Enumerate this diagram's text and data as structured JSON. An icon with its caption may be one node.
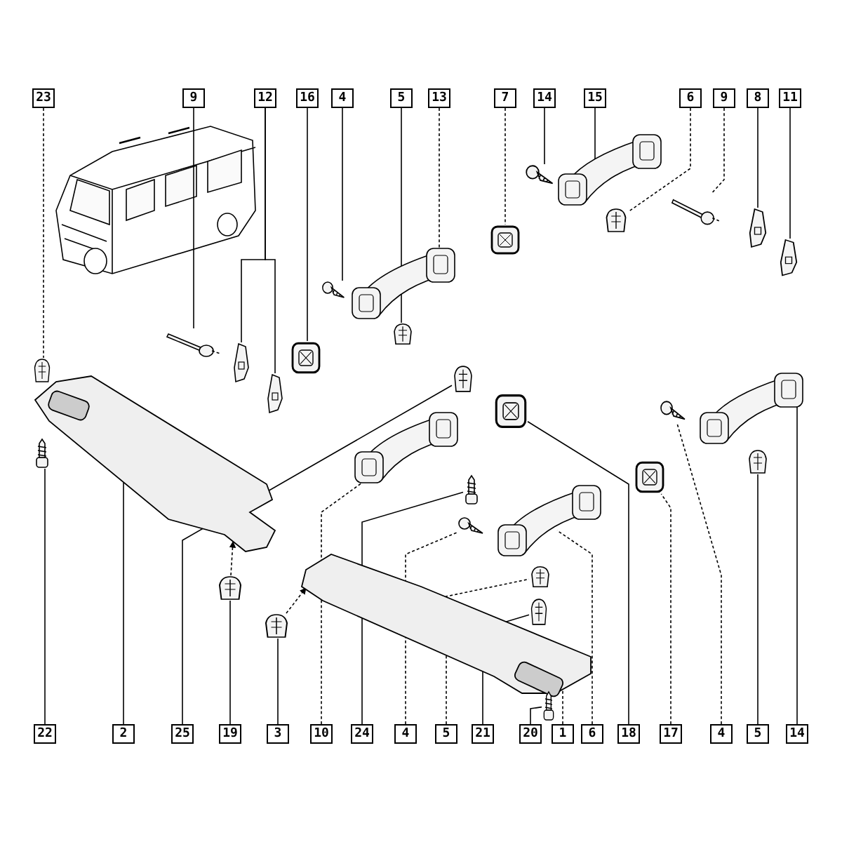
{
  "diagram": {
    "nodes": [
      {
        "text": [
          "23"
        ]
      },
      {
        "text": [
          "9"
        ]
      },
      {
        "text": [
          "12"
        ]
      },
      {
        "text": [
          "16"
        ]
      },
      {
        "text": [
          "4"
        ]
      },
      {
        "text": [
          "5"
        ]
      },
      {
        "text": [
          "13"
        ]
      },
      {
        "text": [
          "7"
        ]
      },
      {
        "text": [
          "14"
        ]
      },
      {
        "text": [
          "15"
        ]
      },
      {
        "text": [
          "6"
        ]
      },
      {
        "text": [
          "9"
        ]
      },
      {
        "text": [
          "8"
        ]
      },
      {
        "text": [
          "11"
        ]
      },
      {
        "text": [],
        "shape": "picture"
      },
      {
        "text": [],
        "shape": "picture"
      },
      {
        "text": [],
        "shape": "picture"
      },
      {
        "text": [],
        "shape": "picture"
      },
      {
        "text": [],
        "shape": "picture"
      },
      {
        "text": [],
        "shape": "picture"
      },
      {
        "text": [],
        "shape": "picture"
      },
      {
        "text": [],
        "shape": "picture"
      },
      {
        "text": [],
        "shape": "picture"
      },
      {
        "text": [],
        "shape": "picture"
      },
      {
        "text": [],
        "shape": "picture"
      },
      {
        "text": [],
        "shape": "picture"
      },
      {
        "text": [],
        "shape": "picture"
      },
      {
        "text": [],
        "shape": "picture"
      },
      {
        "text": [],
        "shape": "picture"
      },
      {
        "text": [],
        "shape": "picture"
      },
      {
        "text": [],
        "shape": "picture"
      },
      {
        "text": [],
        "shape": "picture"
      },
      {
        "text": [],
        "shape": "picture"
      },
      {
        "text": [],
        "shape": "picture"
      },
      {
        "text": [],
        "shape": "picture"
      },
      {
        "text": [],
        "shape": "picture"
      },
      {
        "text": [],
        "shape": "picture"
      },
      {
        "text": [],
        "shape": "picture"
      },
      {
        "text": [],
        "shape": "picture"
      },
      {
        "text": [],
        "shape": "picture"
      },
      {
        "text": [],
        "shape": "picture"
      },
      {
        "text": [],
        "shape": "picture"
      },
      {
        "text": [],
        "shape": "picture"
      },
      {
        "text": [],
        "shape": "picture"
      },
      {
        "text": [],
        "shape": "picture"
      },
      {
        "text": [],
        "shape": "picture"
      },
      {
        "text": [],
        "shape": "picture"
      },
      {
        "text": [
          "22"
        ]
      },
      {
        "text": [
          "2"
        ]
      },
      {
        "text": [
          "25"
        ]
      },
      {
        "text": [
          "19"
        ]
      },
      {
        "text": [
          "3"
        ]
      },
      {
        "text": [
          "10"
        ]
      },
      {
        "text": [
          "24"
        ]
      },
      {
        "text": [
          "4"
        ]
      },
      {
        "text": [
          "5"
        ]
      },
      {
        "text": [
          "21"
        ]
      },
      {
        "text": [
          "20"
        ]
      },
      {
        "text": [
          "1"
        ]
      },
      {
        "text": [
          "6"
        ]
      },
      {
        "text": [
          "18"
        ]
      },
      {
        "text": [
          "17"
        ]
      },
      {
        "text": [
          "4"
        ]
      },
      {
        "text": [
          "5"
        ]
      },
      {
        "text": [
          "14"
        ]
      }
    ],
    "edges": [
      {
        "from": 0,
        "to": 14,
        "arrow": "none",
        "style": "dashed"
      },
      {
        "from": 1,
        "to": 15,
        "arrow": "none"
      },
      {
        "from": 2,
        "to": 16,
        "arrow": "none"
      },
      {
        "from": 2,
        "to": 17,
        "arrow": "none"
      },
      {
        "from": 3,
        "to": 18,
        "arrow": "none"
      },
      {
        "from": 4,
        "to": 19,
        "arrow": "none"
      },
      {
        "from": 5,
        "to": 21,
        "arrow": "none"
      },
      {
        "from": 6,
        "to": 20,
        "arrow": "none",
        "style": "dashed"
      },
      {
        "from": 7,
        "to": 22,
        "arrow": "none",
        "style": "dashed"
      },
      {
        "from": 8,
        "to": 23,
        "arrow": "none"
      },
      {
        "from": 9,
        "to": 24,
        "arrow": "none"
      },
      {
        "from": 10,
        "to": 25,
        "arrow": "none",
        "style": "dashed"
      },
      {
        "from": 11,
        "to": 26,
        "arrow": "none",
        "style": "dashed"
      },
      {
        "from": 12,
        "to": 27,
        "arrow": "none"
      },
      {
        "from": 13,
        "to": 28,
        "arrow": "none"
      },
      {
        "from": 47,
        "to": 30,
        "arrow": "none"
      },
      {
        "from": 48,
        "to": 29,
        "arrow": "none"
      },
      {
        "from": 49,
        "to": 31,
        "arrow": "none"
      },
      {
        "from": 50,
        "to": 44,
        "arrow": "none"
      },
      {
        "from": 51,
        "to": 45,
        "arrow": "none"
      },
      {
        "from": 52,
        "to": 32,
        "arrow": "none",
        "style": "dashed"
      },
      {
        "from": 53,
        "to": 34,
        "arrow": "none"
      },
      {
        "from": 54,
        "to": 35,
        "arrow": "none",
        "style": "dashed"
      },
      {
        "from": 55,
        "to": 41,
        "arrow": "none",
        "style": "dashed"
      },
      {
        "from": 56,
        "to": 42,
        "arrow": "none"
      },
      {
        "from": 57,
        "to": 46,
        "arrow": "none"
      },
      {
        "from": 58,
        "to": 43,
        "arrow": "none",
        "style": "dashed"
      },
      {
        "from": 59,
        "to": 36,
        "arrow": "none",
        "style": "dashed"
      },
      {
        "from": 60,
        "to": 33,
        "arrow": "none"
      },
      {
        "from": 61,
        "to": 37,
        "arrow": "none",
        "style": "dashed"
      },
      {
        "from": 62,
        "to": 38,
        "arrow": "none",
        "style": "dashed"
      },
      {
        "from": 63,
        "to": 40,
        "arrow": "none"
      },
      {
        "from": 64,
        "to": 39,
        "arrow": "none"
      },
      {
        "from": 44,
        "to": 29,
        "arrow": "to",
        "style": "dashed"
      },
      {
        "from": 45,
        "to": 43,
        "arrow": "to",
        "style": "dashed"
      }
    ]
  }
}
